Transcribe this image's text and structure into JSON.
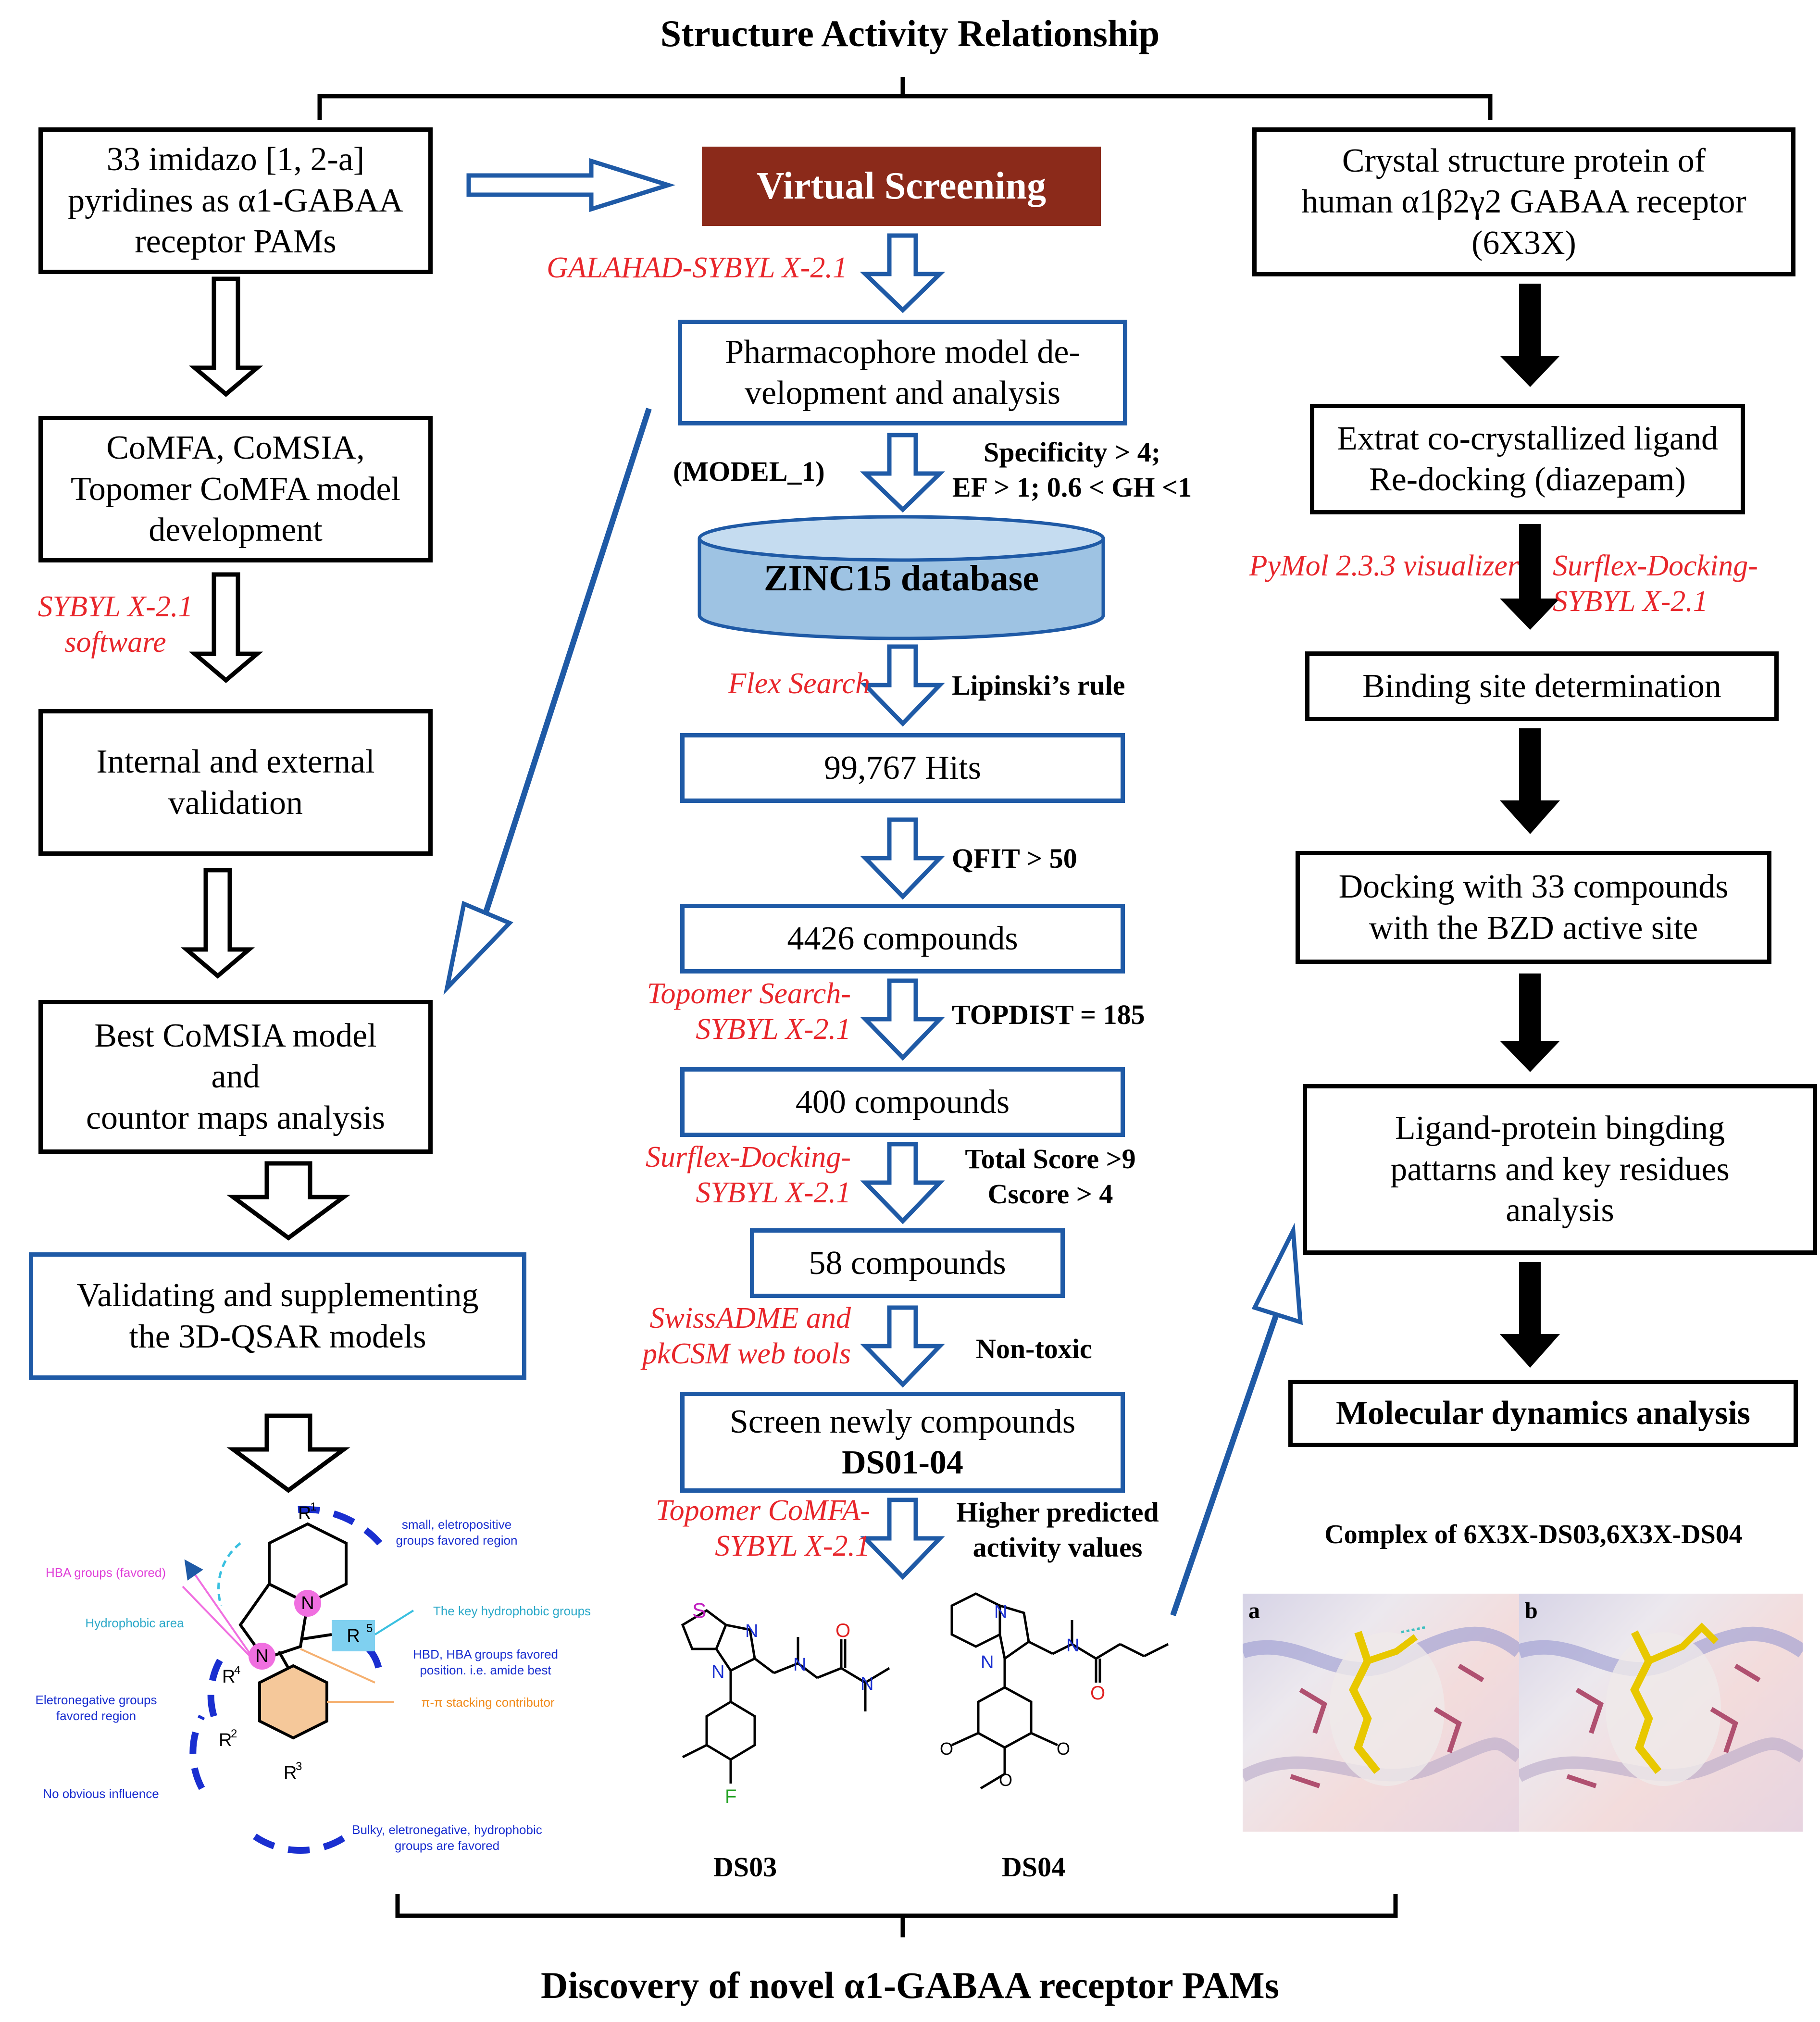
{
  "top_title": "Structure Activity Relationship",
  "bottom_title": "Discovery of novel α1-GABAA receptor PAMs",
  "left": {
    "box1": [
      "33 imidazo [1, 2-a]",
      "pyridines as α1-GABAA",
      "receptor PAMs"
    ],
    "box2": [
      "CoMFA, CoMSIA,",
      "Topomer CoMFA model",
      "development"
    ],
    "tool1": [
      "SYBYL X-2.1",
      "software"
    ],
    "box3": [
      "Internal and external",
      "validation"
    ],
    "box4": [
      "Best CoMSIA model",
      "and",
      "countor maps analysis"
    ],
    "box5": [
      "Validating and supplementing",
      "the 3D-QSAR models"
    ]
  },
  "middle": {
    "header": "Virtual Screening",
    "tool1": "GALAHAD-SYBYL X-2.1",
    "box1": [
      "Pharmacophore model de-",
      "velopment and analysis"
    ],
    "model_label": "(MODEL_1)",
    "crit1": [
      "Specificity > 4;",
      "EF > 1; 0.6 < GH <1"
    ],
    "database": "ZINC15 database",
    "tool2": "Flex Search",
    "crit2": "Lipinski’s rule",
    "box2": "99,767 Hits",
    "crit3": "QFIT > 50",
    "box3": "4426 compounds",
    "tool3": [
      "Topomer Search-",
      "SYBYL X-2.1"
    ],
    "crit4": "TOPDIST = 185",
    "box4": "400 compounds",
    "tool4": [
      "Surflex-Docking-",
      "SYBYL X-2.1"
    ],
    "crit5": [
      "Total Score >9",
      "Cscore > 4"
    ],
    "box5": "58 compounds",
    "tool5": [
      "SwissADME and",
      "pkCSM web tools"
    ],
    "crit6": "Non-toxic",
    "box6": [
      "Screen newly compounds",
      "DS01-04"
    ],
    "tool6": [
      "Topomer CoMFA-",
      "SYBYL X-2.1"
    ],
    "crit7": [
      "Higher predicted",
      "activity values"
    ],
    "ds03": "DS03",
    "ds04": "DS04"
  },
  "right": {
    "box1": [
      "Crystal structure protein of",
      "human α1β2γ2 GABAA receptor",
      "(6X3X)"
    ],
    "box2": [
      "Extrat co-crystallized ligand",
      "Re-docking (diazepam)"
    ],
    "tool1": "PyMol 2.3.3  visualizer",
    "tool2": [
      "Surflex-Docking-",
      "SYBYL X-2.1"
    ],
    "box3": "Binding site determination",
    "box4": [
      "Docking with 33 compounds",
      "with the BZD active site"
    ],
    "box5": [
      "Ligand-protein bingding",
      "pattarns and key residues",
      "analysis"
    ],
    "box6": "Molecular dynamics analysis",
    "complex_title": "Complex of 6X3X-DS03,6X3X-DS04",
    "panel_a": "a",
    "panel_b": "b"
  },
  "sar": {
    "labels": [
      "small, eletropositive",
      "groups favored region",
      "HBA groups (favored)",
      "Hydrophobic area",
      "The key hydrophobic groups",
      "HBD, HBA groups favored",
      "position. i.e. amide best",
      "Eletronegative groups",
      "favored region",
      "π-π stacking contributor",
      "No obvious influence",
      "Bulky, eletronegative, hydrophobic",
      "groups are favored"
    ],
    "atoms": [
      "R1",
      "R4",
      "R2",
      "R3",
      "R5",
      "N",
      "N"
    ]
  },
  "colors": {
    "blue_border": "#1f5aa6",
    "red_text": "#e8262b",
    "vs_fill": "#8b2a1a",
    "db_fill": "#9ec3e3"
  }
}
